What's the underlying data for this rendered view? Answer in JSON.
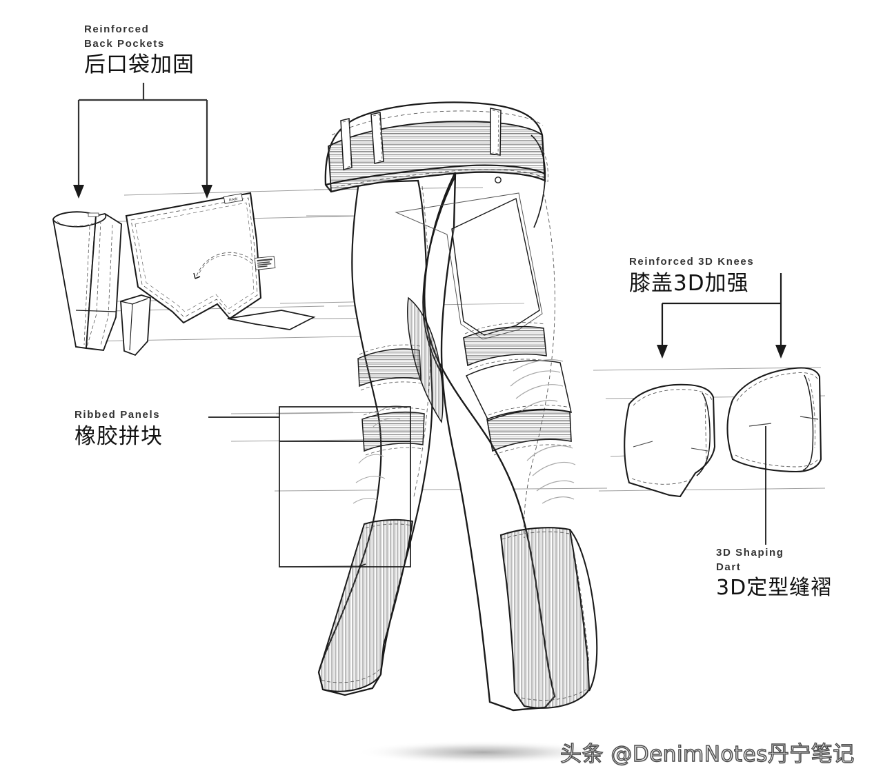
{
  "document": {
    "type": "technical-fashion-illustration",
    "subject": "Denim jeans exploded technical drawing",
    "background_color": "#ffffff",
    "line_color": "#1a1a1a",
    "guide_line_color": "#9a9a9a",
    "stitch_style": "dashed"
  },
  "callouts": [
    {
      "id": "back-pockets",
      "english": "Reinforced\nBack Pockets",
      "chinese": "后口袋加固",
      "position": "top-left",
      "leader": "bracket-two-arrows-down"
    },
    {
      "id": "reinforced-knees",
      "english": "Reinforced 3D Knees",
      "chinese": "膝盖3D加强",
      "position": "right-upper",
      "leader": "bracket-two-arrows-down"
    },
    {
      "id": "ribbed-panels",
      "english": "Ribbed Panels",
      "chinese": "橡胶拼块",
      "position": "left-middle",
      "leader": "rectangular-bracket"
    },
    {
      "id": "shaping-dart",
      "english": "3D Shaping\nDart",
      "chinese": "3D定型缝褶",
      "position": "bottom-right",
      "leader": "vertical-line-up"
    }
  ],
  "watermark": {
    "text": "头条 @DenimNotes丹宁笔记",
    "style": "outlined"
  },
  "parts": [
    {
      "name": "waistband-with-belt-loops",
      "detail": "ribbed hatching, 4 belt loops, button fly"
    },
    {
      "name": "back-patch-pocket",
      "detail": "dashed topstitching, projected outline"
    },
    {
      "name": "detached-cuff-panel",
      "detail": "left, rolled tube"
    },
    {
      "name": "detached-back-pocket-panel",
      "detail": "left, with brand tab and patch label"
    },
    {
      "name": "detached-small-pocket-facing",
      "detail": "left, small folded piece"
    },
    {
      "name": "detached-knee-panel-left",
      "detail": "right side, curved 3D knee piece"
    },
    {
      "name": "detached-knee-panel-right",
      "detail": "right side, curved 3D knee piece with dart"
    },
    {
      "name": "ribbed-lower-legs",
      "detail": "dense vertical rib hatching with cuffs"
    },
    {
      "name": "knee-ribbed-bands",
      "detail": "horizontal rib bands above and below knee"
    },
    {
      "name": "whisker-creases",
      "detail": "light gray wear lines at thigh and knee"
    },
    {
      "name": "ground-shadow",
      "detail": "soft elliptical gradient"
    }
  ]
}
